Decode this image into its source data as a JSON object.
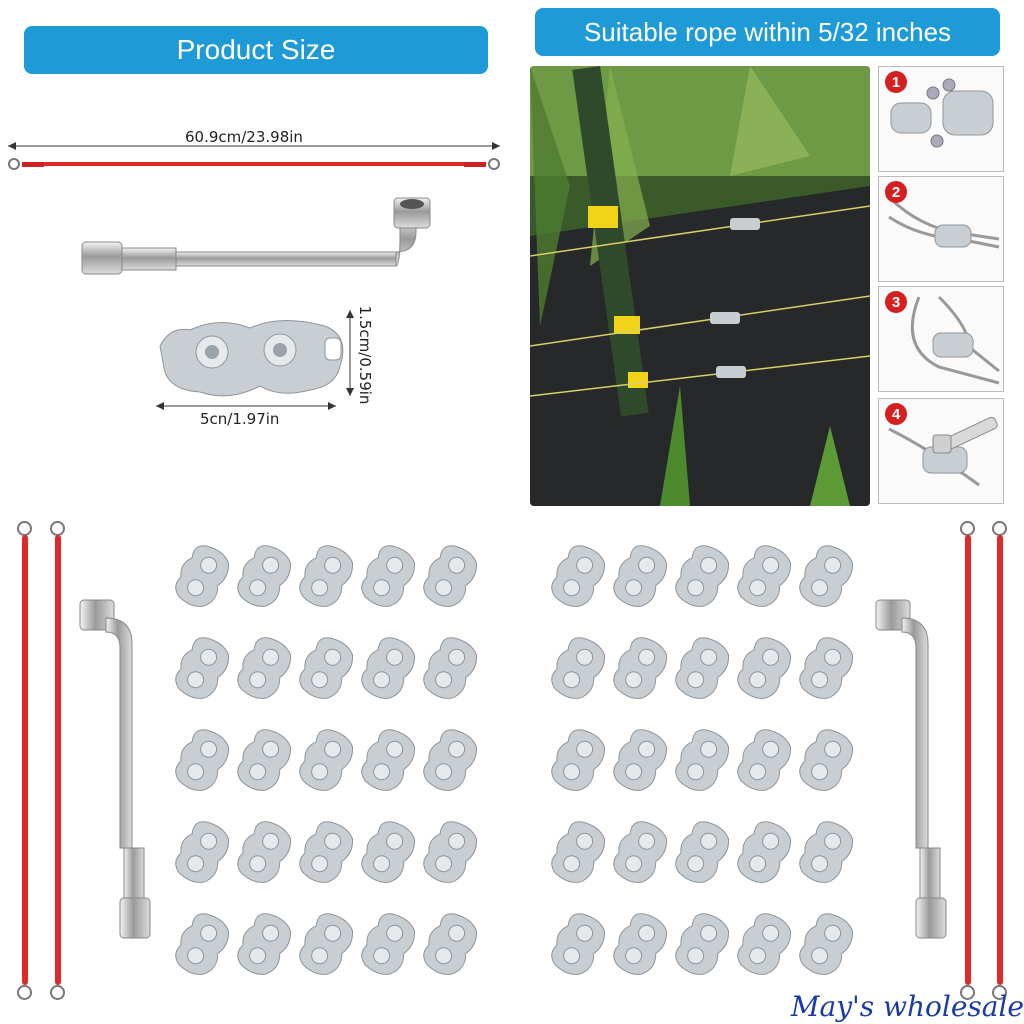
{
  "banners": {
    "product_size": "Product Size",
    "rope": "Suitable rope within 5/32 inches"
  },
  "dimensions": {
    "wire_length": "60.9cm/23.98in",
    "clamp_width": "5cn/1.97in",
    "clamp_height": "1.5cm/0.59in"
  },
  "steps": [
    "1",
    "2",
    "3",
    "4"
  ],
  "watermark": "May's wholesale",
  "colors": {
    "banner": "#1e9ad6",
    "wire": "#e02a2a",
    "step_badge": "#d62020",
    "watermark": "#1a3aa8"
  },
  "icons": [
    "red-wire-icon",
    "l-wrench-icon",
    "wire-rope-clamp-icon"
  ]
}
